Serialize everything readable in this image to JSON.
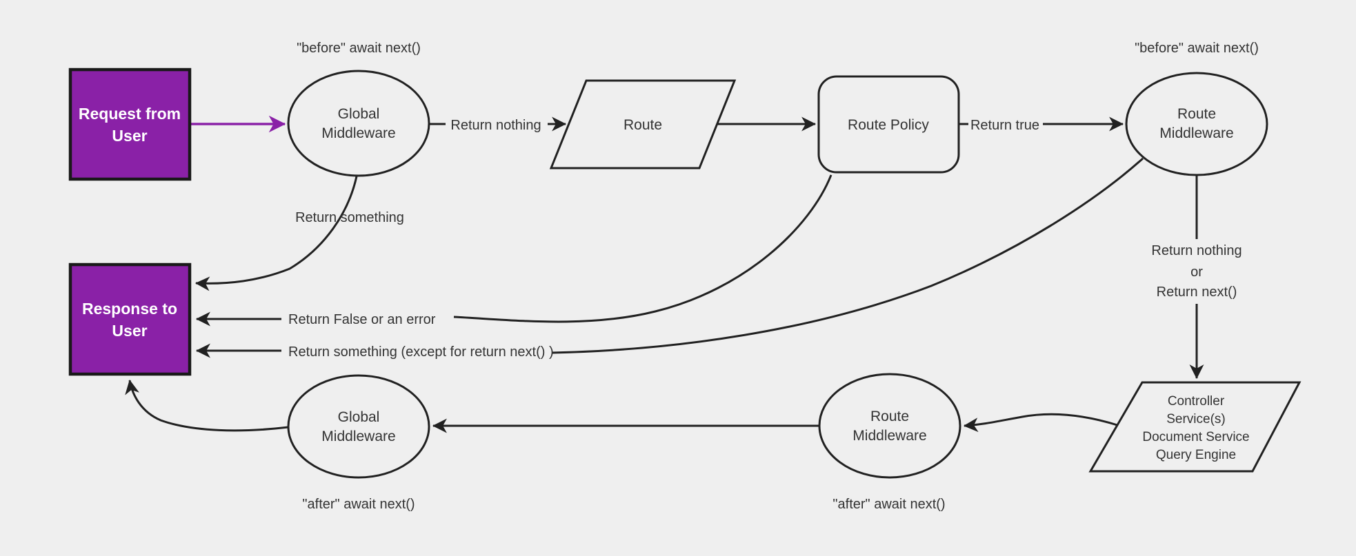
{
  "colors": {
    "page_bg": "#efefef",
    "node_fill": "#efefef",
    "stroke": "#212121",
    "text": "#333333",
    "accent": "#8a21a7",
    "accent_border": "#191919",
    "box_text": "#ffffff"
  },
  "nodes": {
    "request_box": {
      "lines": [
        "Request from",
        "User"
      ]
    },
    "response_box": {
      "lines": [
        "Response to",
        "User"
      ]
    },
    "global_middleware_top": {
      "lines": [
        "Global",
        "Middleware"
      ]
    },
    "route": {
      "label": "Route"
    },
    "route_policy": {
      "label": "Route Policy"
    },
    "route_middleware_top": {
      "lines": [
        "Route",
        "Middleware"
      ]
    },
    "controller": {
      "lines": [
        "Controller",
        "Service(s)",
        "Document Service",
        "Query Engine"
      ]
    },
    "route_middleware_bottom": {
      "lines": [
        "Route",
        "Middleware"
      ]
    },
    "global_middleware_bottom": {
      "lines": [
        "Global",
        "Middleware"
      ]
    }
  },
  "edge_labels": {
    "before_await_next": "\"before\" await next()",
    "after_await_next": "\"after\" await next()",
    "return_nothing": "Return nothing",
    "return_true": "Return true",
    "return_something": "Return something",
    "return_false_or_error": "Return False or an error",
    "return_something_except": "Return something (except for return next() )",
    "return_nothing_or_next": [
      "Return nothing",
      "or",
      "Return next()"
    ]
  }
}
